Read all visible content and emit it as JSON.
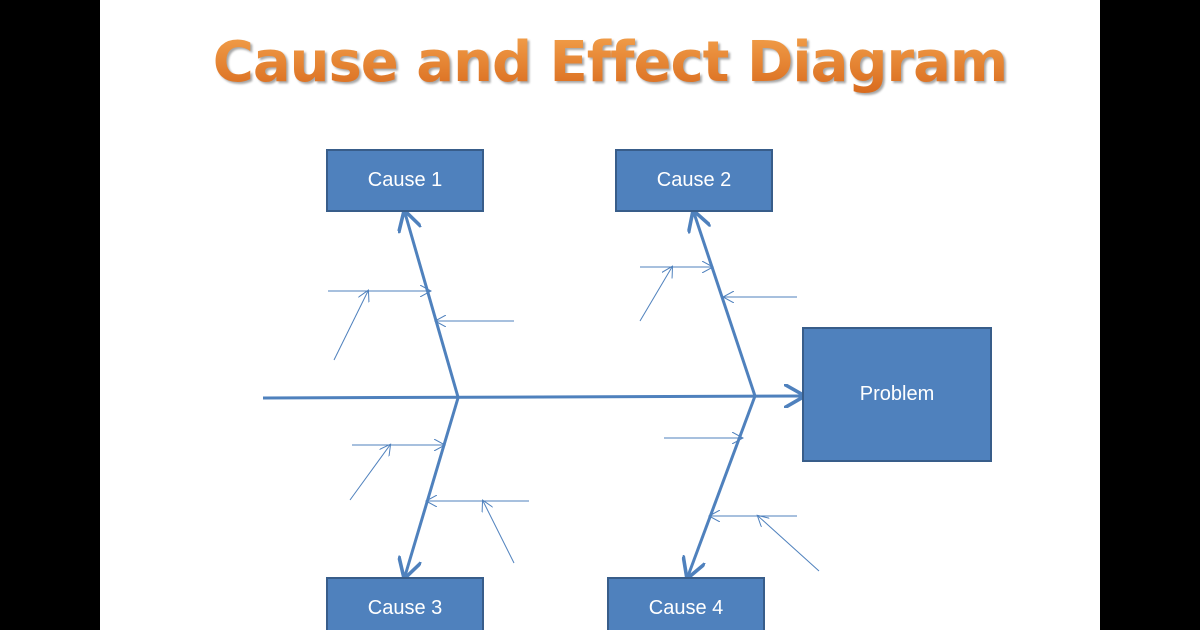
{
  "title": "Cause and Effect Diagram",
  "causes": {
    "cause1": "Cause 1",
    "cause2": "Cause 2",
    "cause3": "Cause 3",
    "cause4": "Cause 4"
  },
  "problem": "Problem",
  "colors": {
    "box_fill": "#4f81bd",
    "box_border": "#385d8a",
    "line": "#4f81bd",
    "title_gradient_top": "#f3a24d",
    "title_gradient_bottom": "#d8691c",
    "background": "#ffffff",
    "frame": "#000000"
  }
}
